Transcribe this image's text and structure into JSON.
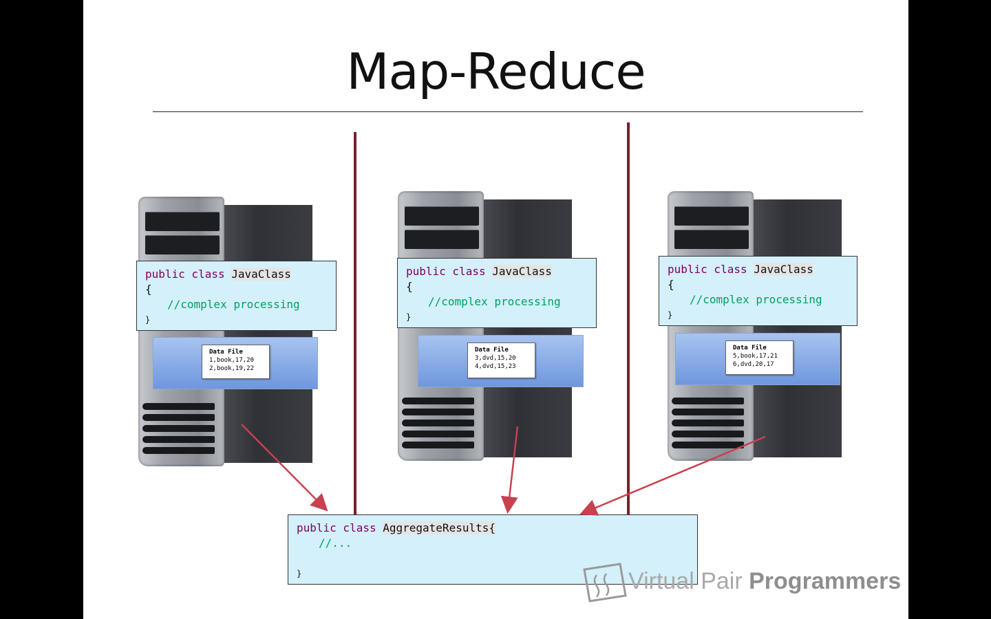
{
  "slide": {
    "title": "Map-Reduce"
  },
  "nodes": [
    {
      "code": {
        "kw": "public class",
        "cls": "JavaClass",
        "open": "{",
        "comment": "//complex processing",
        "close": "}"
      },
      "data_file": {
        "title": "Data File",
        "lines": [
          "1,book,17,20",
          "2,book,19,22"
        ]
      }
    },
    {
      "code": {
        "kw": "public class",
        "cls": "JavaClass",
        "open": "{",
        "comment": "//complex processing",
        "close": "}"
      },
      "data_file": {
        "title": "Data File",
        "lines": [
          "3,dvd,15,20",
          "4,dvd,15,23"
        ]
      }
    },
    {
      "code": {
        "kw": "public class",
        "cls": "JavaClass",
        "open": "{",
        "comment": "//complex processing",
        "close": "}"
      },
      "data_file": {
        "title": "Data File",
        "lines": [
          "5,book,17,21",
          "6,dvd,20,17"
        ]
      }
    }
  ],
  "aggregate": {
    "kw": "public class",
    "cls": "AggregateResults{",
    "comment": "//...",
    "close": "}"
  },
  "watermark": {
    "text_light": "Virtual Pair",
    "text_bold": "Programmers"
  },
  "colors": {
    "divider": "#7a1f2b",
    "arrow": "#c8414f",
    "code_bg": "#d4f0fb",
    "keyword": "#800060",
    "comment": "#00a060"
  }
}
